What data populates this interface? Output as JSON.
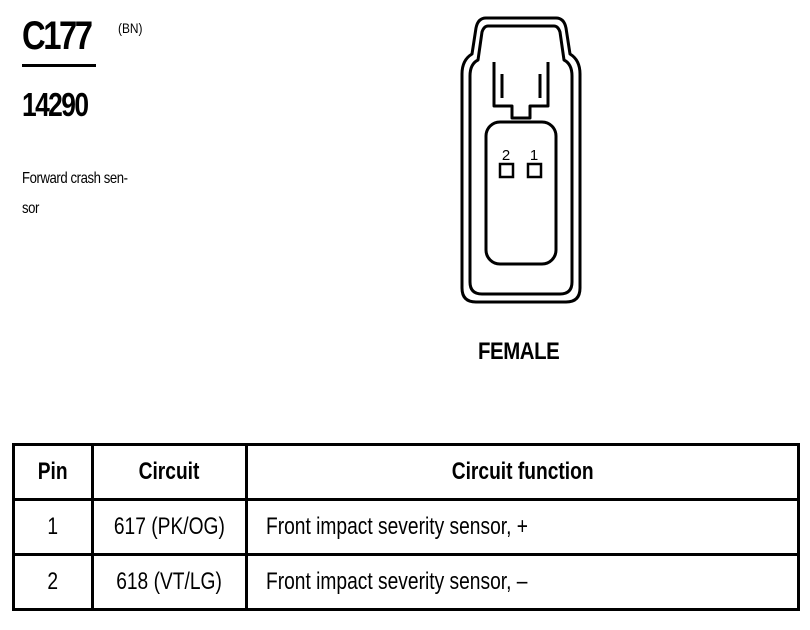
{
  "connector": {
    "id": "C177",
    "color_code": "(BN)",
    "part_number": "14290",
    "description_lines": [
      "Forward crash sen-",
      "sor"
    ],
    "gender": "FEMALE",
    "pin_labels": [
      "2",
      "1"
    ]
  },
  "table": {
    "headers": [
      "Pin",
      "Circuit",
      "Circuit function"
    ],
    "rows": [
      {
        "pin": "1",
        "circuit": "617 (PK/OG)",
        "function": "Front impact severity sensor, +"
      },
      {
        "pin": "2",
        "circuit": "618 (VT/LG)",
        "function": "Front impact severity sensor, –"
      }
    ]
  }
}
